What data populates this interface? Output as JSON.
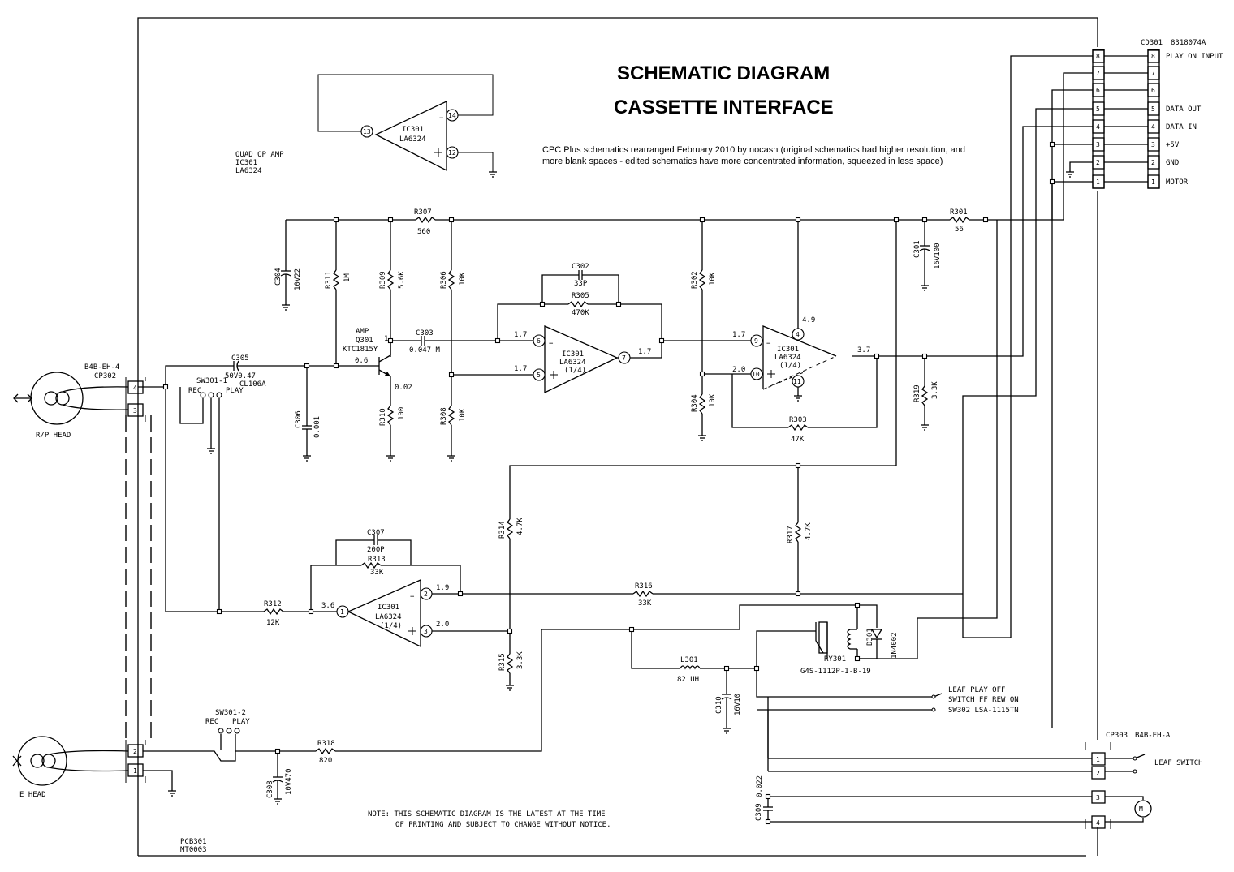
{
  "title": {
    "line1": "SCHEMATIC DIAGRAM",
    "line2": "CASSETTE INTERFACE"
  },
  "credit": {
    "line1": "CPC Plus schematics rearranged February 2010 by nocash (original schematics had higher resolution, and",
    "line2": "more blank spaces - edited schematics have more concentrated information, squeezed in less space)"
  },
  "note": {
    "line1": "NOTE: THIS SCHEMATIC DIAGRAM IS THE LATEST AT THE TIME",
    "line2": "OF PRINTING AND SUBJECT TO CHANGE WITHOUT NOTICE."
  },
  "pcb": {
    "line1": "PCB301",
    "line2": "MT0003"
  },
  "quad": {
    "line1": "QUAD OP AMP",
    "line2": "IC301",
    "line3": "LA6324"
  },
  "heads": {
    "rp": "R/P HEAD",
    "e": "E HEAD"
  },
  "connectors": {
    "cp302": {
      "type": "B4B-EH-4",
      "name": "CP302",
      "pins": [
        "4",
        "3",
        "2",
        "1"
      ]
    },
    "cd301": {
      "name": "CD301",
      "part": "8318074A",
      "pins": [
        "8",
        "7",
        "6",
        "5",
        "4",
        "3",
        "2",
        "1"
      ],
      "signals": [
        "PLAY ON INPUT",
        "",
        "",
        "DATA  OUT",
        "DATA  IN",
        "+5V",
        "GND",
        "MOTOR"
      ]
    },
    "cp303": {
      "name": "CP303",
      "type": "B4B-EH-A",
      "pins": [
        "1",
        "2",
        "3",
        "4"
      ],
      "leaf": "LEAF SWITCH"
    }
  },
  "switches": {
    "sw301_1": {
      "name": "SW301-1",
      "part": "CL106A",
      "rec": "REC",
      "play": "PLAY"
    },
    "sw301_2": {
      "name": "SW301-2",
      "rec": "REC",
      "play": "PLAY"
    },
    "leaf": {
      "row1": "LEAF   PLAY   OFF",
      "row2": "SWITCH FF  REW   ON",
      "row3": "SW302  LSA-1115TN"
    }
  },
  "opamps": {
    "top": {
      "name": "IC301",
      "part": "LA6324",
      "pins": [
        "13",
        "14",
        "12"
      ]
    },
    "amp1": {
      "name": "IC301",
      "part": "LA6324",
      "sub": "(1/4)",
      "pins": [
        "6",
        "5",
        "7"
      ]
    },
    "amp2": {
      "name": "IC301",
      "part": "LA6324",
      "sub": "(1/4)",
      "pins": [
        "9",
        "10",
        "4",
        "11"
      ]
    },
    "amp3": {
      "name": "IC301",
      "part": "LA6324",
      "sub": "(1/4)",
      "pins": [
        "2",
        "3",
        "1"
      ]
    }
  },
  "transistor": {
    "name": "AMP",
    "ref": "Q301",
    "part": "KTC1815Y"
  },
  "resistors": [
    {
      "ref": "R307",
      "value": "560"
    },
    {
      "ref": "R301",
      "value": "56"
    },
    {
      "ref": "R311",
      "value": "1M"
    },
    {
      "ref": "R309",
      "value": "5.6K"
    },
    {
      "ref": "R306",
      "value": "10K"
    },
    {
      "ref": "R305",
      "value": "470K"
    },
    {
      "ref": "R302",
      "value": "10K"
    },
    {
      "ref": "R310",
      "value": "100"
    },
    {
      "ref": "R308",
      "value": "10K"
    },
    {
      "ref": "R304",
      "value": "10K"
    },
    {
      "ref": "R303",
      "value": "47K"
    },
    {
      "ref": "R319",
      "value": "3.3K"
    },
    {
      "ref": "R314",
      "value": "4.7K"
    },
    {
      "ref": "R317",
      "value": "4.7K"
    },
    {
      "ref": "R313",
      "value": "33K"
    },
    {
      "ref": "R316",
      "value": "33K"
    },
    {
      "ref": "R312",
      "value": "12K"
    },
    {
      "ref": "R315",
      "value": "3.3K"
    },
    {
      "ref": "R318",
      "value": "820"
    }
  ],
  "capacitors": [
    {
      "ref": "C304",
      "value": "10V22"
    },
    {
      "ref": "C305",
      "value": "50V0.47"
    },
    {
      "ref": "C306",
      "value": "0.001"
    },
    {
      "ref": "C302",
      "value": "33P"
    },
    {
      "ref": "C303",
      "value": "0.047 M"
    },
    {
      "ref": "C301",
      "value": "16V100"
    },
    {
      "ref": "C307",
      "value": "200P"
    },
    {
      "ref": "C308",
      "value": "10V470"
    },
    {
      "ref": "C310",
      "value": "16V10"
    },
    {
      "ref": "C309",
      "value": "0.022"
    }
  ],
  "inductor": {
    "ref": "L301",
    "value": "82 UH"
  },
  "relay": {
    "ref": "RY301",
    "part": "G4S-1112P-1-B-19"
  },
  "diode": {
    "ref": "D301",
    "part": "1N4002"
  },
  "voltages": {
    "q_base": "0.6",
    "q_coll": "1",
    "q_emit": "0.02",
    "amp1_in": "1.7",
    "amp1_ref": "1.7",
    "amp1_out": "1.7",
    "amp2_in": "1.7",
    "amp2_ref": "2.0",
    "amp2_vcc": "4.9",
    "amp2_out": "3.7",
    "amp3_in": "3.6",
    "amp3_neg": "1.9",
    "amp3_pos": "2.0"
  }
}
